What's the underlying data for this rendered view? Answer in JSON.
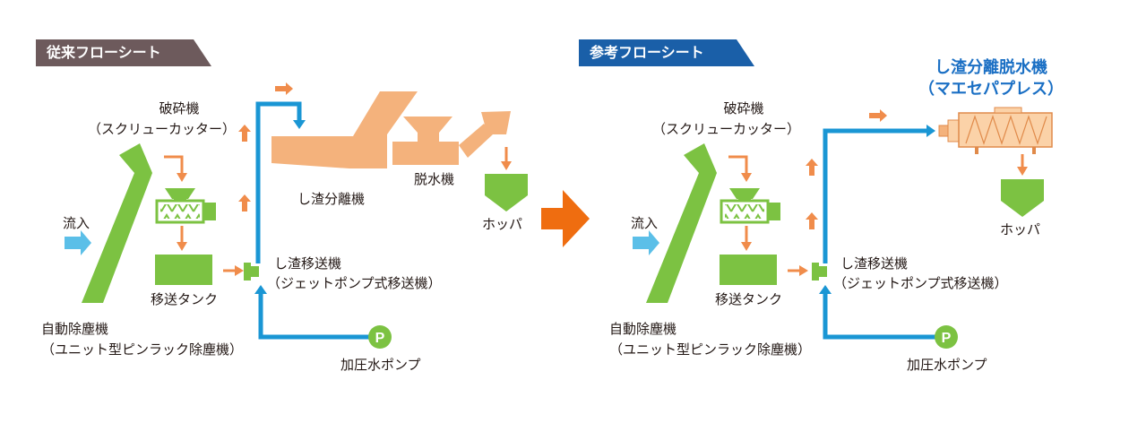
{
  "conventional": {
    "title": "従来フローシート",
    "crusher": "破砕機",
    "crusher_sub": "（スクリューカッター）",
    "inflow": "流入",
    "tank": "移送タンク",
    "screen": "自動除塵機",
    "screen_sub": "（ユニット型ピンラック除塵機）",
    "transfer": "し渣移送機",
    "transfer_sub": "（ジェットポンプ式移送機）",
    "pump": "加圧水ポンプ",
    "pump_symbol": "P",
    "separator": "し渣分離機",
    "dewater": "脱水機",
    "hopper": "ホッパ"
  },
  "reference": {
    "title": "参考フローシート",
    "crusher": "破砕機",
    "crusher_sub": "（スクリューカッター）",
    "inflow": "流入",
    "tank": "移送タンク",
    "screen": "自動除塵機",
    "screen_sub": "（ユニット型ピンラック除塵機）",
    "transfer": "し渣移送機",
    "transfer_sub": "（ジェットポンプ式移送機）",
    "pump": "加圧水ポンプ",
    "pump_symbol": "P",
    "dewater_sep": "し渣分離脱水機",
    "dewater_sep_sub": "（マエセパプレス）",
    "hopper": "ホッパ"
  },
  "colors": {
    "green": "#7cc242",
    "orange": "#f08c4b",
    "blue": "#1a96d4",
    "inflow": "#5bbfe8",
    "tan": "#f4b27c",
    "big_arrow": "#ef6d10",
    "badge_conv": "#6d5a5c",
    "badge_ref": "#1a5fa8",
    "highlight": "#1a6fc4"
  }
}
